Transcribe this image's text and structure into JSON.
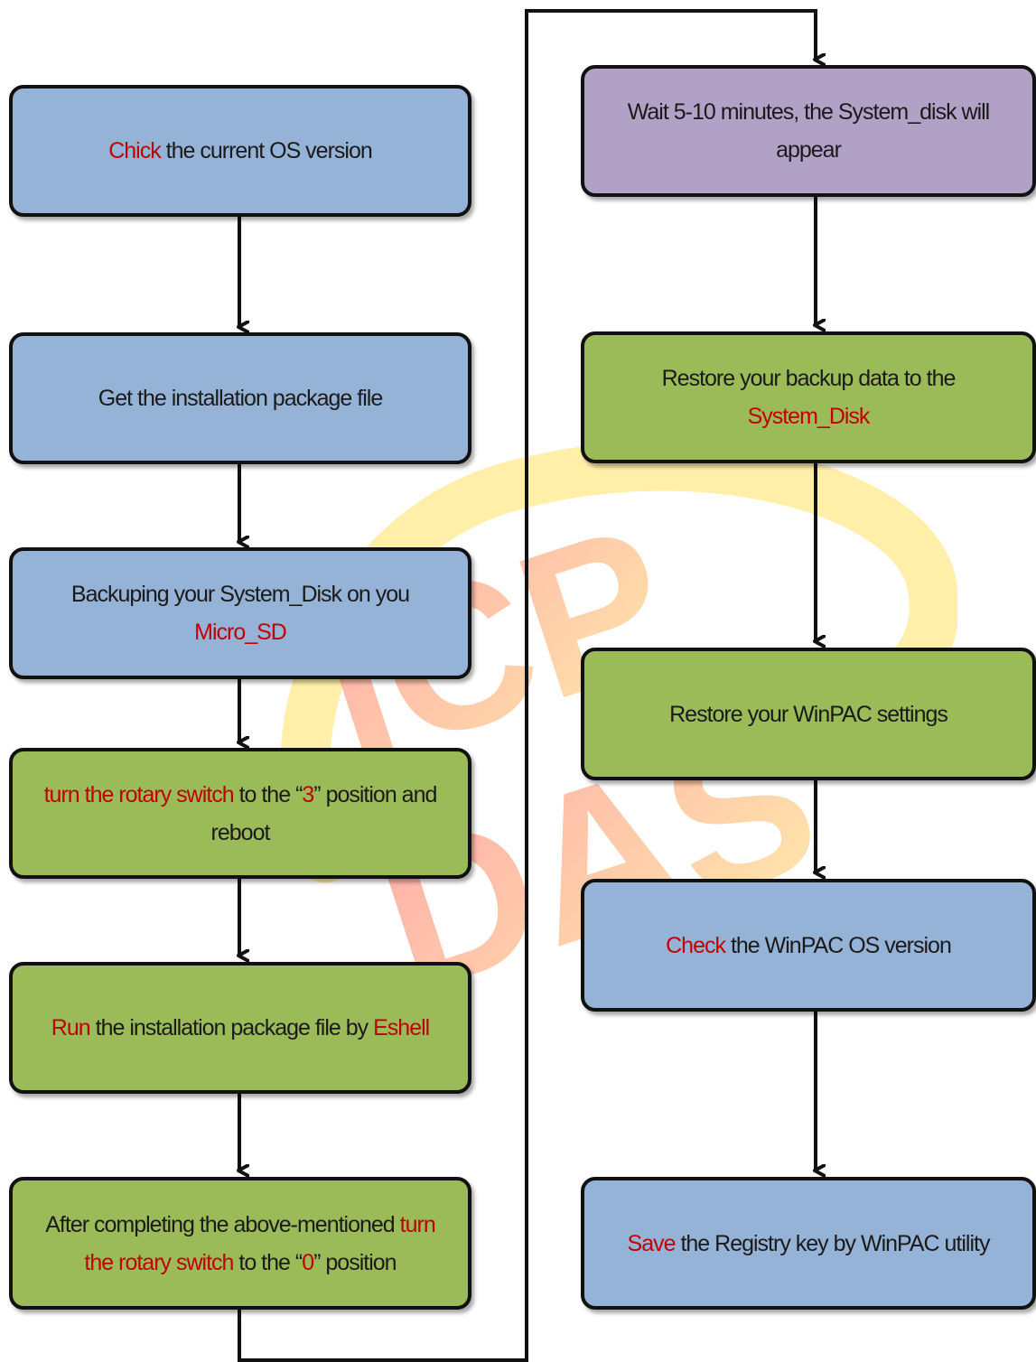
{
  "colors": {
    "blue_box": "#95b3d7",
    "green_box": "#9bbb59",
    "purple_box": "#b2a1c7",
    "highlight_text": "#c00000",
    "normal_text": "#1a1a1a"
  },
  "watermark": {
    "line1": "ICP",
    "line2": "DAS"
  },
  "left_column": {
    "step1": {
      "a": "Chick",
      "b": " the current OS version"
    },
    "step2": {
      "a": "Get the installation package file"
    },
    "step3": {
      "a": "Backuping your System_Disk on you ",
      "b": "Micro_SD"
    },
    "step4": {
      "a": "turn the rotary switch",
      "b": " to the “",
      "c": "3",
      "d": "” position and reboot"
    },
    "step5": {
      "a": "Run",
      "b": " the installation package file by ",
      "c": "Eshell"
    },
    "step6": {
      "a": "After completing the above-mentioned ",
      "b": "turn the rotary switch",
      "c": " to the “",
      "d": "0",
      "e": "” position"
    }
  },
  "right_column": {
    "step7": {
      "a": "Wait 5-10 minutes, the System_disk will appear"
    },
    "step8": {
      "a": "Restore your backup data to the ",
      "b": "System_Disk"
    },
    "step9": {
      "a": "Restore your WinPAC settings"
    },
    "step10": {
      "a": "Check",
      "b": " the WinPAC OS version"
    },
    "step11": {
      "a": "Save",
      "b": " the Registry key by WinPAC utility"
    }
  }
}
